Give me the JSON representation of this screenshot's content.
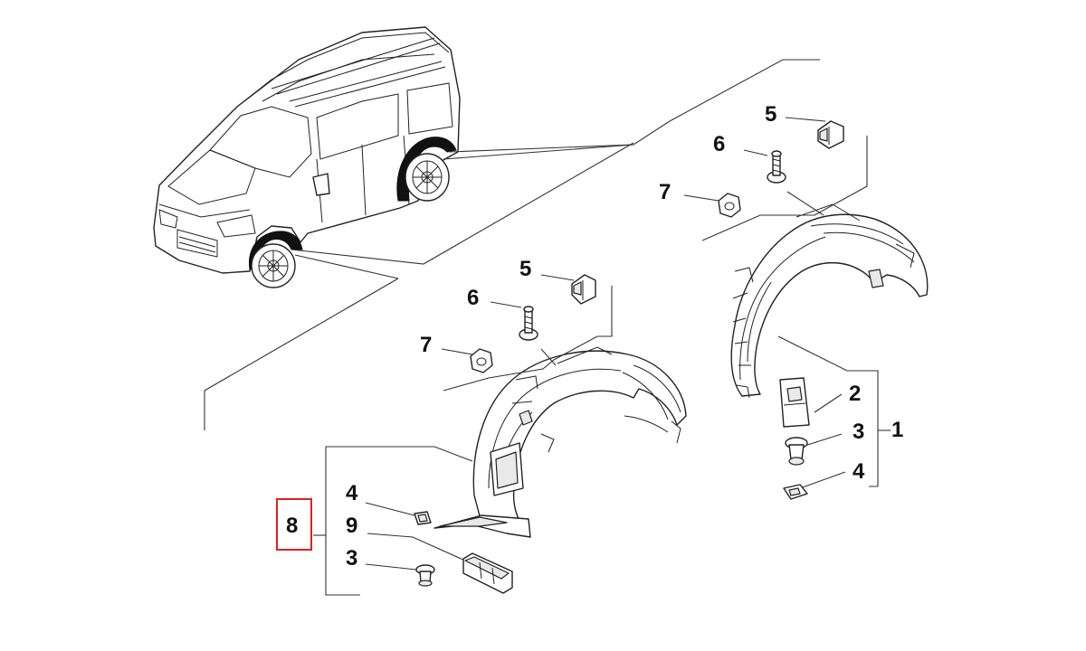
{
  "callouts": {
    "c1": "1",
    "c2": "2",
    "c3_right": "3",
    "c4_right": "4",
    "c5_upper": "5",
    "c6_upper": "6",
    "c7_upper": "7",
    "c5_mid": "5",
    "c6_mid": "6",
    "c7_mid": "7",
    "c8": "8",
    "c4_left": "4",
    "c9": "9",
    "c3_left": "3"
  },
  "highlight": {
    "target": "8",
    "color": "#e02020"
  },
  "colors": {
    "line": "#222222",
    "background": "#ffffff",
    "highlight": "#e02020"
  }
}
